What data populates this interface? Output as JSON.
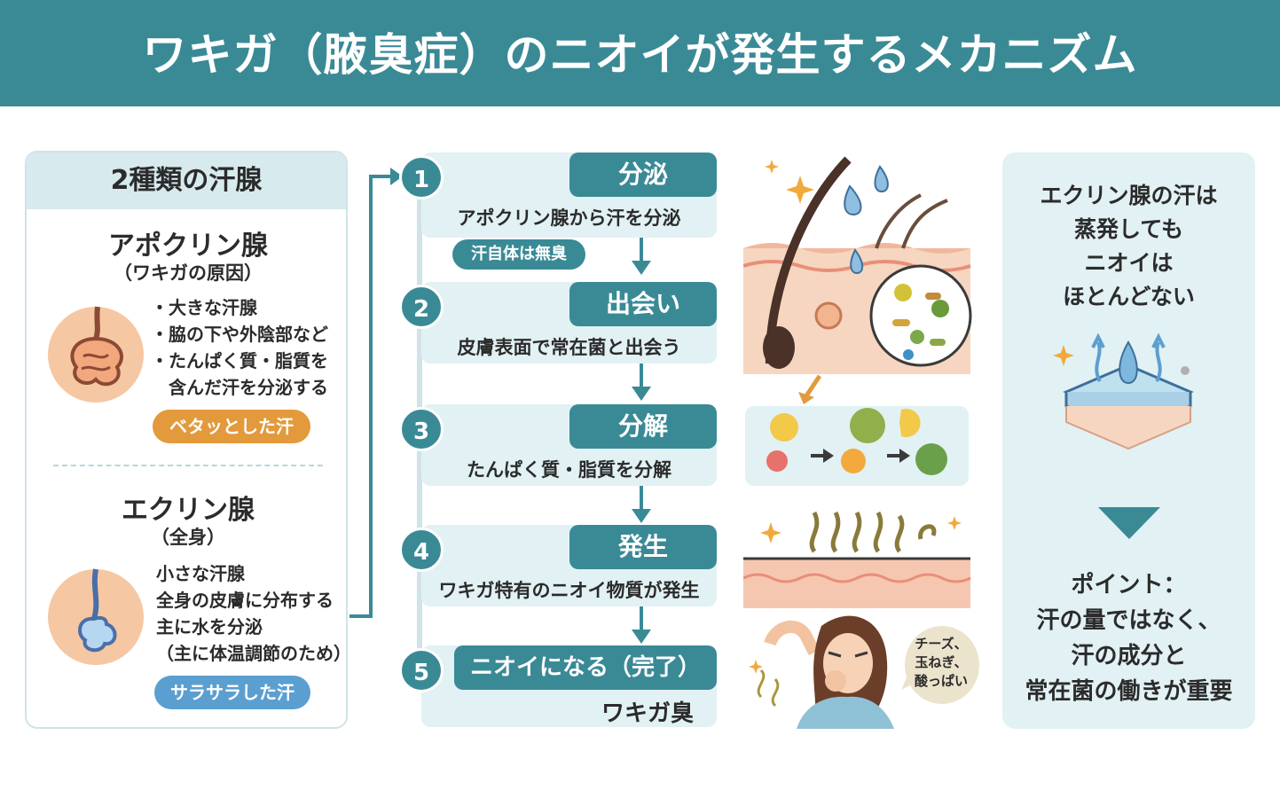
{
  "header": {
    "title": "ワキガ（腋臭症）のニオイが発生するメカニズム"
  },
  "colors": {
    "teal": "#3a8a96",
    "light_teal": "#e2f1f3",
    "orange": "#e29a3c",
    "blue": "#5b9fd0",
    "skin": "#f6c7a3"
  },
  "glands": {
    "title": "2種類の汗腺",
    "apocrine": {
      "name": "アポクリン腺",
      "subtitle": "（ワキガの原因）",
      "points": [
        "・大きな汗腺",
        "・脇の下や外陰部など",
        "・たんぱく質・脂質を",
        "　含んだ汗を分泌する"
      ],
      "tag": "ベタッとした汗"
    },
    "eccrine": {
      "name": "エクリン腺",
      "subtitle": "（全身）",
      "points": [
        "小さな汗腺",
        "全身の皮膚に分布する",
        "主に水を分泌",
        "（主に体温調節のため）"
      ],
      "tag": "サラサラした汗"
    }
  },
  "steps": [
    {
      "num": "1",
      "title": "分泌",
      "desc": "アポクリン腺から汗を分泌",
      "tag": "汗自体は無臭"
    },
    {
      "num": "2",
      "title": "出会い",
      "desc": "皮膚表面で常在菌と出会う"
    },
    {
      "num": "3",
      "title": "分解",
      "desc": "たんぱく質・脂質を分解"
    },
    {
      "num": "4",
      "title": "発生",
      "desc": "ワキガ特有のニオイ物質が発生"
    },
    {
      "num": "5",
      "title": "ニオイになる（完了）",
      "desc": "ワキガ臭"
    }
  ],
  "illustration": {
    "bubble_lines": [
      "チーズ、",
      "玉ねぎ、",
      "酸っぱい"
    ]
  },
  "right": {
    "top_lines": [
      "エクリン腺の汗は",
      "蒸発しても",
      "ニオイは",
      "ほとんどない"
    ],
    "point_lines": [
      "ポイント：",
      "汗の量ではなく、",
      "汗の成分と",
      "常在菌の働きが重要"
    ]
  }
}
